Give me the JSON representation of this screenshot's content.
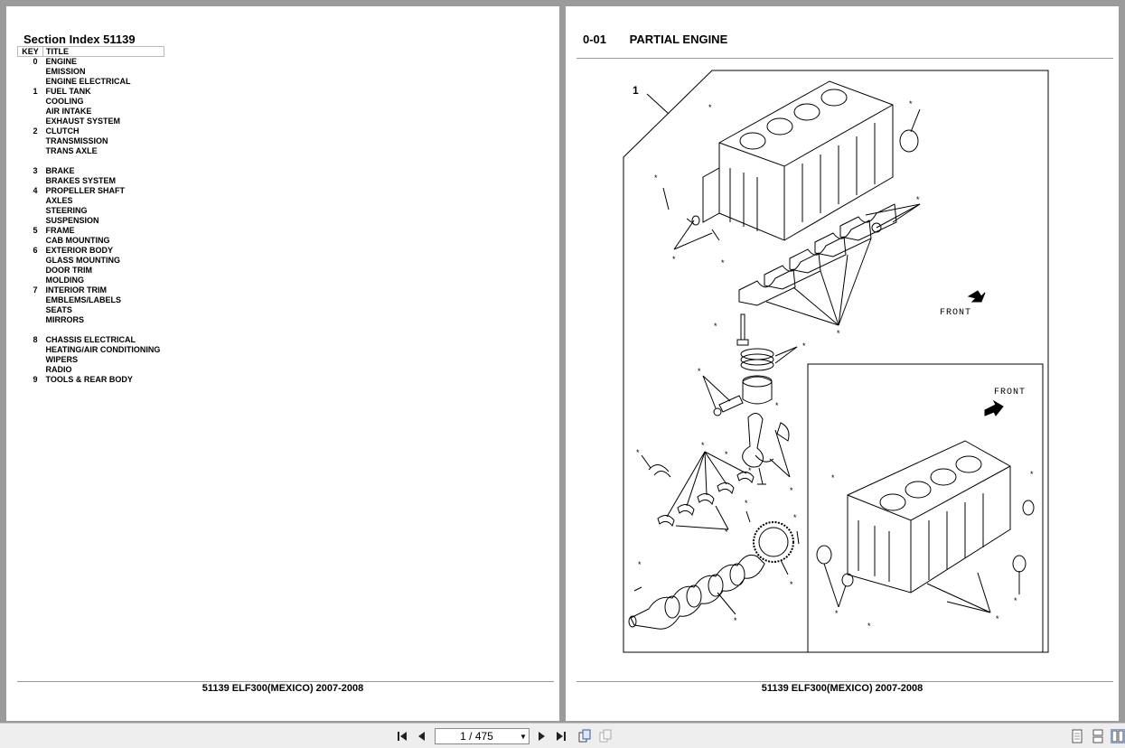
{
  "left_page": {
    "section_title": "Section Index 51139",
    "columns": {
      "key": "KEY",
      "title": "TITLE"
    },
    "rows": [
      {
        "key": "0",
        "title": "ENGINE"
      },
      {
        "key": "",
        "title": "EMISSION"
      },
      {
        "key": "",
        "title": "ENGINE ELECTRICAL"
      },
      {
        "key": "1",
        "title": "FUEL TANK"
      },
      {
        "key": "",
        "title": "COOLING"
      },
      {
        "key": "",
        "title": "AIR INTAKE"
      },
      {
        "key": "",
        "title": "EXHAUST SYSTEM"
      },
      {
        "key": "2",
        "title": "CLUTCH"
      },
      {
        "key": "",
        "title": "TRANSMISSION"
      },
      {
        "key": "",
        "title": "TRANS AXLE"
      },
      {
        "key": "",
        "title": ""
      },
      {
        "key": "3",
        "title": "BRAKE"
      },
      {
        "key": "",
        "title": "BRAKES SYSTEM"
      },
      {
        "key": "4",
        "title": "PROPELLER SHAFT"
      },
      {
        "key": "",
        "title": "AXLES"
      },
      {
        "key": "",
        "title": "STEERING"
      },
      {
        "key": "",
        "title": "SUSPENSION"
      },
      {
        "key": "5",
        "title": "FRAME"
      },
      {
        "key": "",
        "title": "CAB MOUNTING"
      },
      {
        "key": "6",
        "title": "EXTERIOR BODY"
      },
      {
        "key": "",
        "title": "GLASS MOUNTING"
      },
      {
        "key": "",
        "title": "DOOR TRIM"
      },
      {
        "key": "",
        "title": "MOLDING"
      },
      {
        "key": "7",
        "title": "INTERIOR TRIM"
      },
      {
        "key": "",
        "title": "EMBLEMS/LABELS"
      },
      {
        "key": "",
        "title": "SEATS"
      },
      {
        "key": "",
        "title": "MIRRORS"
      },
      {
        "key": "",
        "title": ""
      },
      {
        "key": "8",
        "title": "CHASSIS ELECTRICAL"
      },
      {
        "key": "",
        "title": "HEATING/AIR CONDITIONING"
      },
      {
        "key": "",
        "title": "WIPERS"
      },
      {
        "key": "",
        "title": "RADIO"
      },
      {
        "key": "9",
        "title": "TOOLS & REAR BODY"
      }
    ],
    "footer": "51139 ELF300(MEXICO) 2007-2008"
  },
  "right_page": {
    "figure_number": "0-01",
    "figure_title": "PARTIAL ENGINE",
    "callout": "1",
    "front_label": "FRONT",
    "footer": "51139 ELF300(MEXICO) 2007-2008"
  },
  "toolbar": {
    "page_indicator": "1 / 475",
    "icons": [
      "first-page-icon",
      "prev-page-icon",
      "next-page-icon",
      "last-page-icon",
      "copy-icon",
      "copy-disabled-icon",
      "single-page-icon",
      "continuous-icon",
      "two-page-icon"
    ]
  }
}
